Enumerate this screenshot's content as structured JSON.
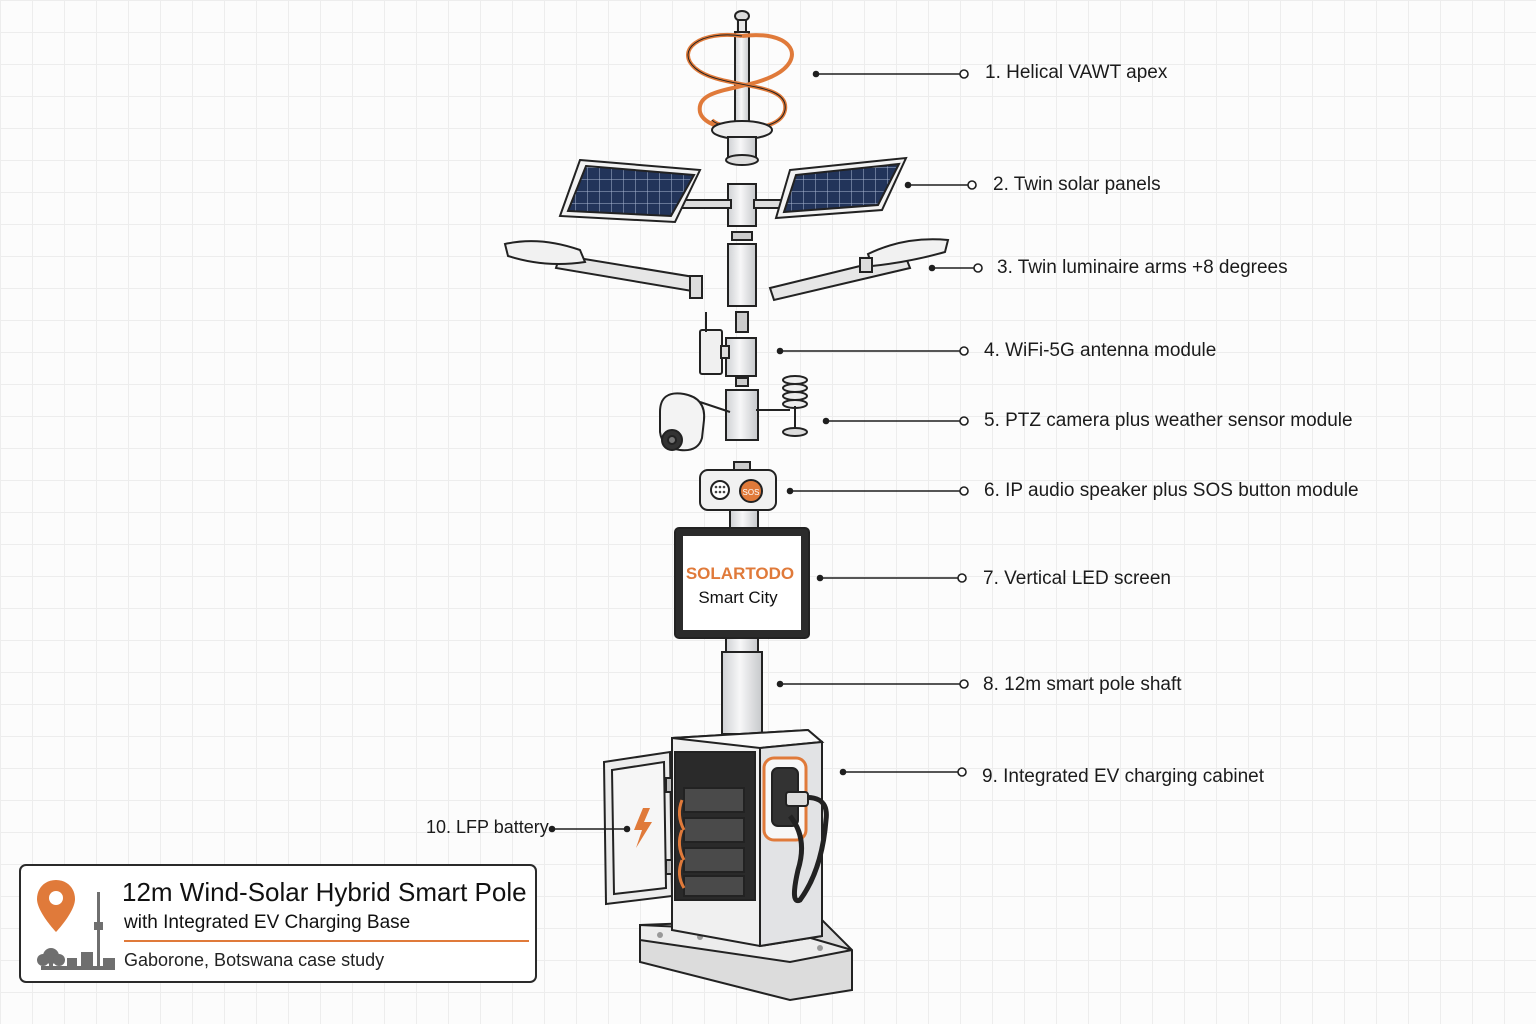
{
  "diagram": {
    "callouts": [
      {
        "id": "vawt",
        "label": "1. Helical VAWT apex"
      },
      {
        "id": "solar",
        "label": "2. Twin solar panels"
      },
      {
        "id": "luminaire",
        "label": "3. Twin luminaire arms +8 degrees"
      },
      {
        "id": "antenna",
        "label": "4. WiFi-5G antenna module"
      },
      {
        "id": "camera",
        "label": "5.  PTZ camera plus weather sensor module"
      },
      {
        "id": "speaker",
        "label": "6.  IP audio speaker plus SOS button module"
      },
      {
        "id": "led",
        "label": "7. Vertical LED screen"
      },
      {
        "id": "shaft",
        "label": "8. 12m smart pole shaft"
      },
      {
        "id": "cabinet",
        "label": "9.  Integrated EV charging cabinet"
      },
      {
        "id": "battery",
        "label": "10. LFP battery"
      }
    ],
    "screen": {
      "brand": "SOLARTODO",
      "subtitle": "Smart City"
    },
    "sos_label": "SOS"
  },
  "title_card": {
    "title": "12m Wind-Solar Hybrid Smart Pole",
    "subtitle": "with Integrated EV Charging Base",
    "location": "Gaborone, Botswana case study"
  },
  "colors": {
    "accent": "#e07a3a",
    "line": "#1f1f1f",
    "metal": "#e9eaec",
    "panel": "#24365c"
  },
  "icons": [
    "location-pin-icon",
    "city-skyline-icon",
    "lightning-icon"
  ]
}
